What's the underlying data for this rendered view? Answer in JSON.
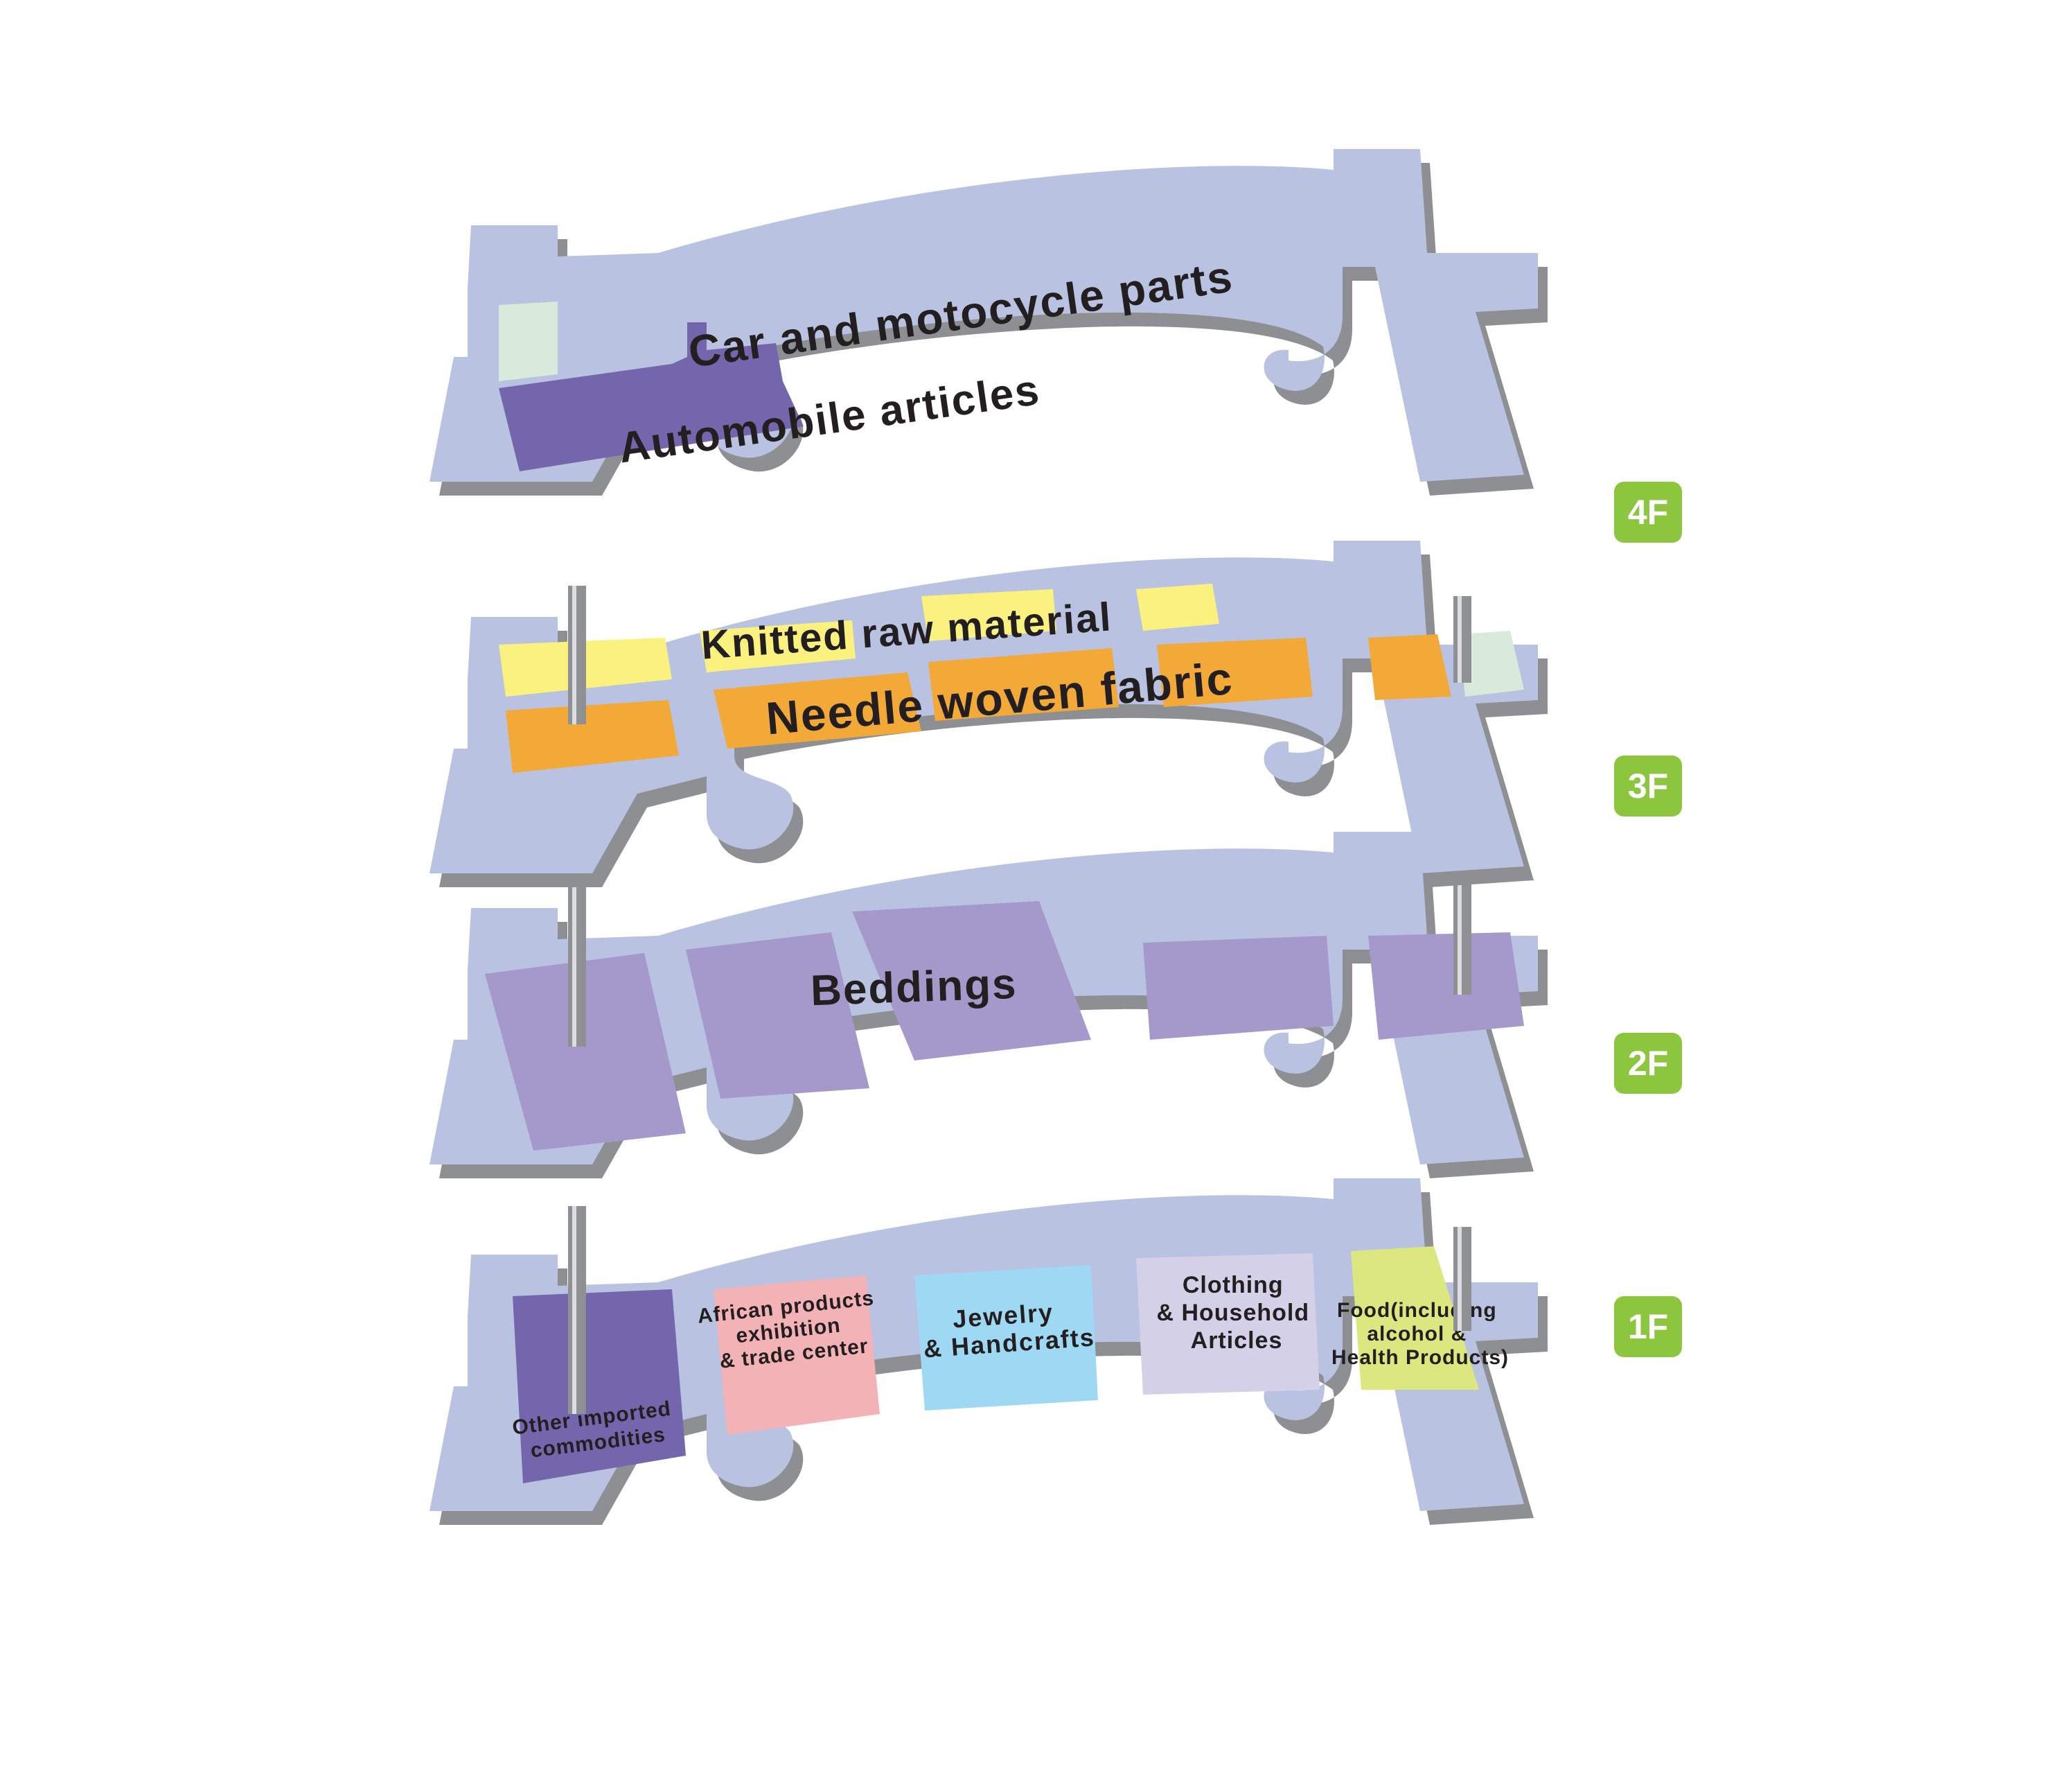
{
  "colors": {
    "floor": "#b9c2e1",
    "floor_shadow": "#8e8f93",
    "badge": "#8cc63f",
    "dark_purple": "#7466ad",
    "mint": "#d7eadb",
    "yellow": "#fbf17f",
    "orange": "#f3a937",
    "lavender": "#a599cc",
    "pink": "#f3b2b5",
    "light_blue": "#9fd8f3",
    "pale_lilac": "#d4d0e7",
    "lime": "#dde780"
  },
  "floors": [
    {
      "id": "4F",
      "badge": "4F",
      "zones": {
        "car_parts": "Car and motocycle parts",
        "automobile": "Automobile articles"
      }
    },
    {
      "id": "3F",
      "badge": "3F",
      "zones": {
        "knitted": "Knitted  raw  material",
        "needle": "Needle  woven  fabric"
      }
    },
    {
      "id": "2F",
      "badge": "2F",
      "zones": {
        "beddings": "Beddings"
      }
    },
    {
      "id": "1F",
      "badge": "1F",
      "zones": {
        "other_imported": [
          "Other imported",
          "commodities"
        ],
        "african": [
          "African products",
          "exhibition",
          "& trade center"
        ],
        "jewelry": [
          "Jewelry",
          "& Handcrafts"
        ],
        "clothing": [
          "Clothing",
          "& Household",
          "Articles"
        ],
        "food": [
          "Food(including",
          "alcohol &",
          "Health Products)"
        ]
      }
    }
  ]
}
